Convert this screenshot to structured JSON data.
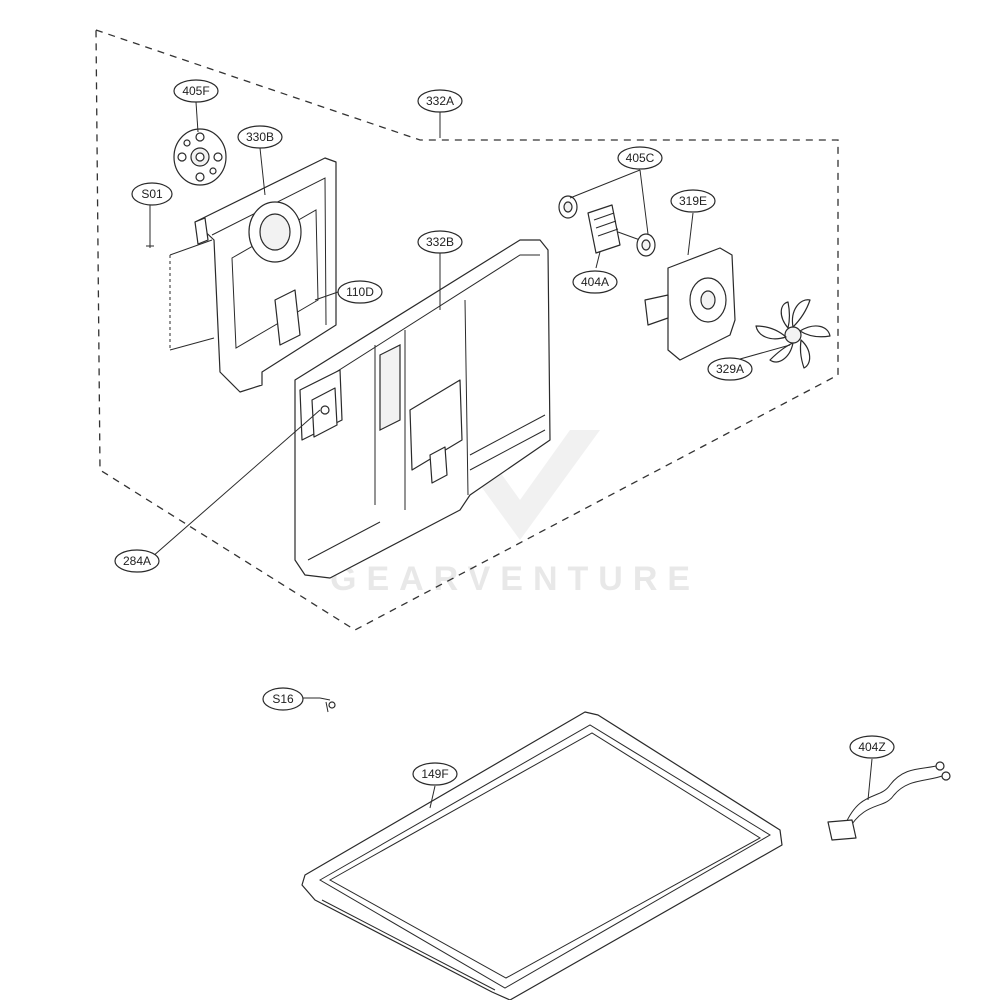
{
  "watermark": "GEARVENTURE",
  "callouts": [
    {
      "id": "405F",
      "label": "405F"
    },
    {
      "id": "330B",
      "label": "330B"
    },
    {
      "id": "S01",
      "label": "S01"
    },
    {
      "id": "332A",
      "label": "332A"
    },
    {
      "id": "405C",
      "label": "405C"
    },
    {
      "id": "319E",
      "label": "319E"
    },
    {
      "id": "332B",
      "label": "332B"
    },
    {
      "id": "110D",
      "label": "110D"
    },
    {
      "id": "404A",
      "label": "404A"
    },
    {
      "id": "329A",
      "label": "329A"
    },
    {
      "id": "284A",
      "label": "284A"
    },
    {
      "id": "S16",
      "label": "S16"
    },
    {
      "id": "404Z",
      "label": "404Z"
    },
    {
      "id": "149F",
      "label": "149F"
    }
  ],
  "colors": {
    "line": "#2a2a2a",
    "background": "#ffffff",
    "watermark": "#e6e6e6"
  }
}
